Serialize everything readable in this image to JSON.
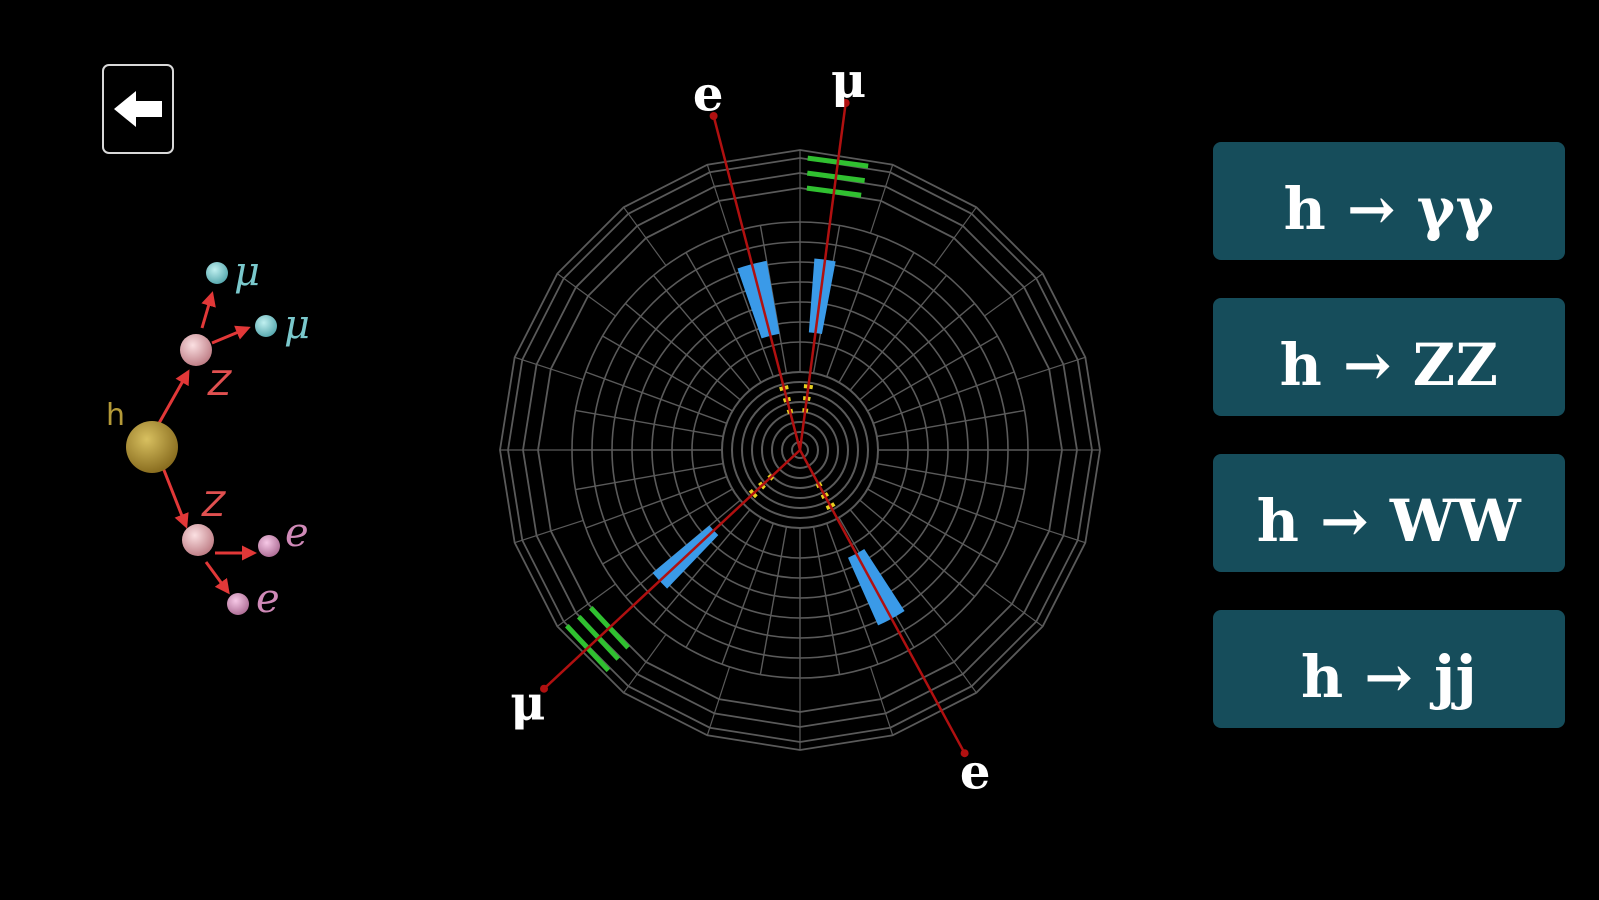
{
  "back_button": {
    "icon": "arrow-left-icon"
  },
  "feynman": {
    "higgs_label": "h",
    "z_label": "Z",
    "muon_label": "μ",
    "electron_label": "e",
    "colors": {
      "higgs": "#b49a38",
      "z": "#e0a0a8",
      "muon": "#7ac8cc",
      "electron": "#d08ab8",
      "arrow": "#e23838",
      "z_text": "#e05050"
    }
  },
  "detector": {
    "labels": {
      "electron": "e",
      "muon": "μ"
    },
    "tracks": [
      {
        "particle": "electron",
        "angle_deg": 345.5
      },
      {
        "particle": "muon",
        "angle_deg": 7.5
      },
      {
        "particle": "muon",
        "angle_deg": 227
      },
      {
        "particle": "electron",
        "angle_deg": 151.5
      }
    ],
    "colors": {
      "grid": "#5a5a5a",
      "track": "#b01010",
      "tracker_hit": "#e8d020",
      "calorimeter": "#3a9ae8",
      "muon_chamber": "#30c030"
    }
  },
  "decay_buttons": [
    {
      "label": "h → γγ"
    },
    {
      "label": "h → ZZ"
    },
    {
      "label": "h → WW"
    },
    {
      "label": "h → jj"
    }
  ]
}
